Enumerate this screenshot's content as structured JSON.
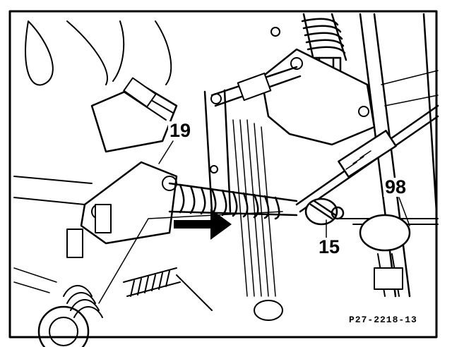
{
  "diagram": {
    "callouts": {
      "part_19": "19",
      "part_98": "98",
      "part_15": "15"
    },
    "figure_id": "P27-2218-13",
    "ink_color": "#000000",
    "paper_color": "#ffffff"
  }
}
